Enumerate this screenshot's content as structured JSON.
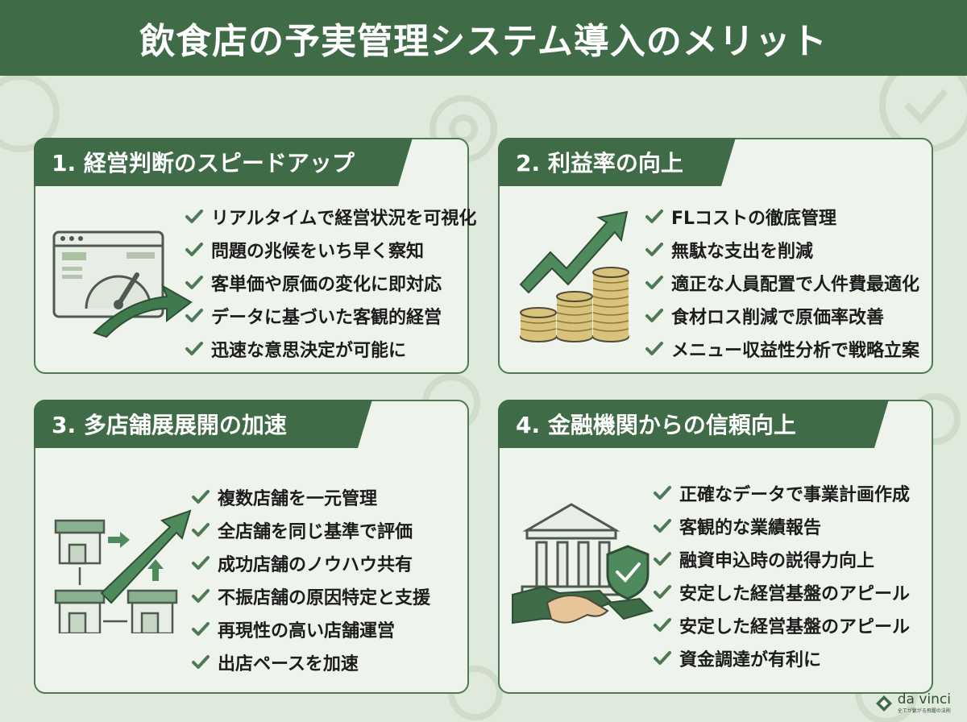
{
  "title": "飲食店の予実管理システム導入のメリット",
  "sections": [
    {
      "heading": "1. 経営判断のスピードアップ",
      "items": [
        "リアルタイムで経営状況を可視化",
        "問題の兆候をいち早く察知",
        "客単価や原価の変化に即対応",
        "データに基づいた客観的経営",
        "迅速な意思決定が可能に"
      ]
    },
    {
      "heading": "2. 利益率の向上",
      "items": [
        "FLコストの徹底管理",
        "無駄な支出を削減",
        "適正な人員配置で人件費最適化",
        "食材ロス削減で原価率改善",
        "メニュー収益性分析で戦略立案"
      ]
    },
    {
      "heading": "3. 多店舗展展開の加速",
      "items": [
        "複数店舗を一元管理",
        "全店舗を同じ基準で評価",
        "成功店舗のノウハウ共有",
        "不振店舗の原因特定と支援",
        "再現性の高い店舗運営",
        "出店ペースを加速"
      ]
    },
    {
      "heading": "4. 金融機関からの信頼向上",
      "items": [
        "正確なデータで事業計画作成",
        "客観的な業績報告",
        "融資申込時の説得力向上",
        "安定した経営基盤のアピール",
        "安定した経営基盤のアピール",
        "資金調達が有利に"
      ]
    }
  ],
  "logo": {
    "name": "da vinci",
    "tagline": "全てが繋がる飛躍の法則"
  },
  "colors": {
    "primary": "#3f6b47",
    "check": "#4d7a55",
    "panel_bg": "#eef3ec",
    "page_bg": "#dfe9dc",
    "coin": "#d9c27a"
  },
  "icons": [
    "check-icon",
    "dashboard-speed-icon",
    "growth-coins-icon",
    "stores-expansion-icon",
    "bank-handshake-icon",
    "shield-check-icon"
  ]
}
